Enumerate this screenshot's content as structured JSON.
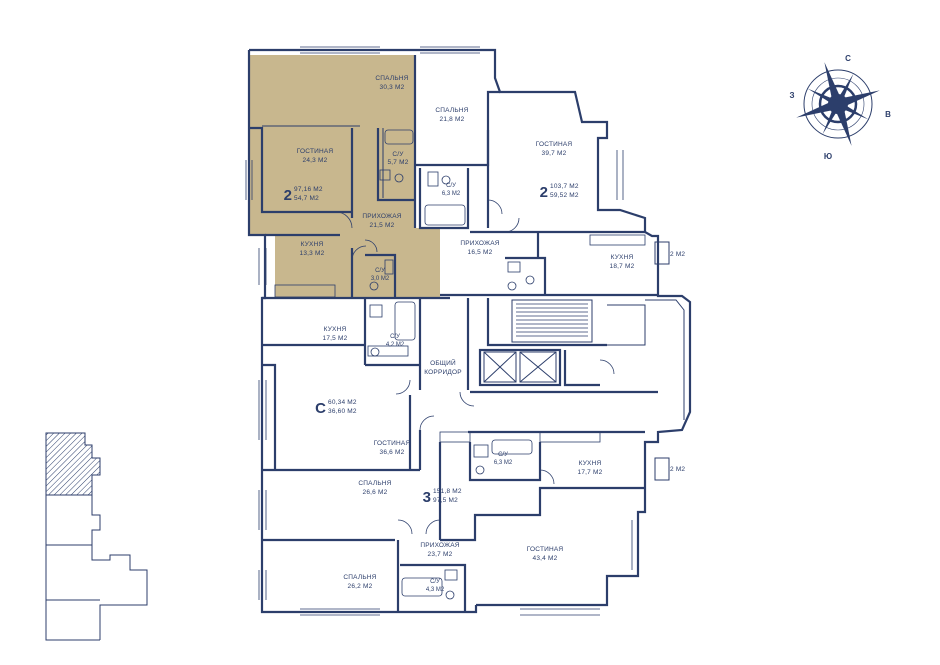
{
  "colors": {
    "line": "#2c3e6b",
    "highlight": "#c8b78e",
    "background": "#ffffff"
  },
  "rooms": {
    "a1_bedroom": {
      "name": "СПАЛЬНЯ",
      "area": "30,3 М2"
    },
    "a1_living": {
      "name": "ГОСТИНАЯ",
      "area": "24,3 М2"
    },
    "a1_bath": {
      "name": "С/У",
      "area": "5,7 М2"
    },
    "a1_hall": {
      "name": "ПРИХОЖАЯ",
      "area": "21,5 М2"
    },
    "a1_kitchen": {
      "name": "КУХНЯ",
      "area": "13,3 М2"
    },
    "a1_wc": {
      "name": "С/У",
      "area": "3,0 М2"
    },
    "a2_bedroom": {
      "name": "СПАЛЬНЯ",
      "area": "21,8 М2"
    },
    "a2_bath": {
      "name": "С/У",
      "area": "6,3 М2"
    },
    "a2_living": {
      "name": "ГОСТИНАЯ",
      "area": "39,7 М2"
    },
    "a2_hall": {
      "name": "ПРИХОЖАЯ",
      "area": "16,5 М2"
    },
    "a2_kitchen": {
      "name": "КУХНЯ",
      "area": "18,7 М2"
    },
    "a2_balcony": {
      "area": "2 М2"
    },
    "c_kitchen": {
      "name": "КУХНЯ",
      "area": "17,5 М2"
    },
    "c_bath": {
      "name": "С/У",
      "area": "4,2 М2"
    },
    "corridor": {
      "line1": "ОБЩИЙ",
      "line2": "КОРРИДОР"
    },
    "c_living": {
      "name": "ГОСТИНАЯ",
      "area": "36,6 М2"
    },
    "a3_bath1": {
      "name": "С/У",
      "area": "6,3 М2"
    },
    "a3_kitchen": {
      "name": "КУХНЯ",
      "area": "17,7 М2"
    },
    "a3_balcony": {
      "area": "2 М2"
    },
    "a3_bedroom1": {
      "name": "СПАЛЬНЯ",
      "area": "26,6 М2"
    },
    "a3_hall": {
      "name": "ПРИХОЖАЯ",
      "area": "23,7 М2"
    },
    "a3_living": {
      "name": "ГОСТИНАЯ",
      "area": "43,4 М2"
    },
    "a3_bedroom2": {
      "name": "СПАЛЬНЯ",
      "area": "26,2 М2"
    },
    "a3_bath2": {
      "name": "С/У",
      "area": "4,3 М2"
    }
  },
  "apartments": {
    "a1": {
      "rooms": "2",
      "total": "97,16 М2",
      "living": "54,7 М2"
    },
    "a2": {
      "rooms": "2",
      "total": "103,7 М2",
      "living": "59,52 М2"
    },
    "c": {
      "rooms": "С",
      "total": "60,34 М2",
      "living": "36,60 М2"
    },
    "a3": {
      "rooms": "3",
      "total": "151,8 М2",
      "living": "97,5 М2"
    }
  },
  "compass": {
    "north": "С",
    "south": "Ю",
    "west": "З",
    "east": "В"
  }
}
